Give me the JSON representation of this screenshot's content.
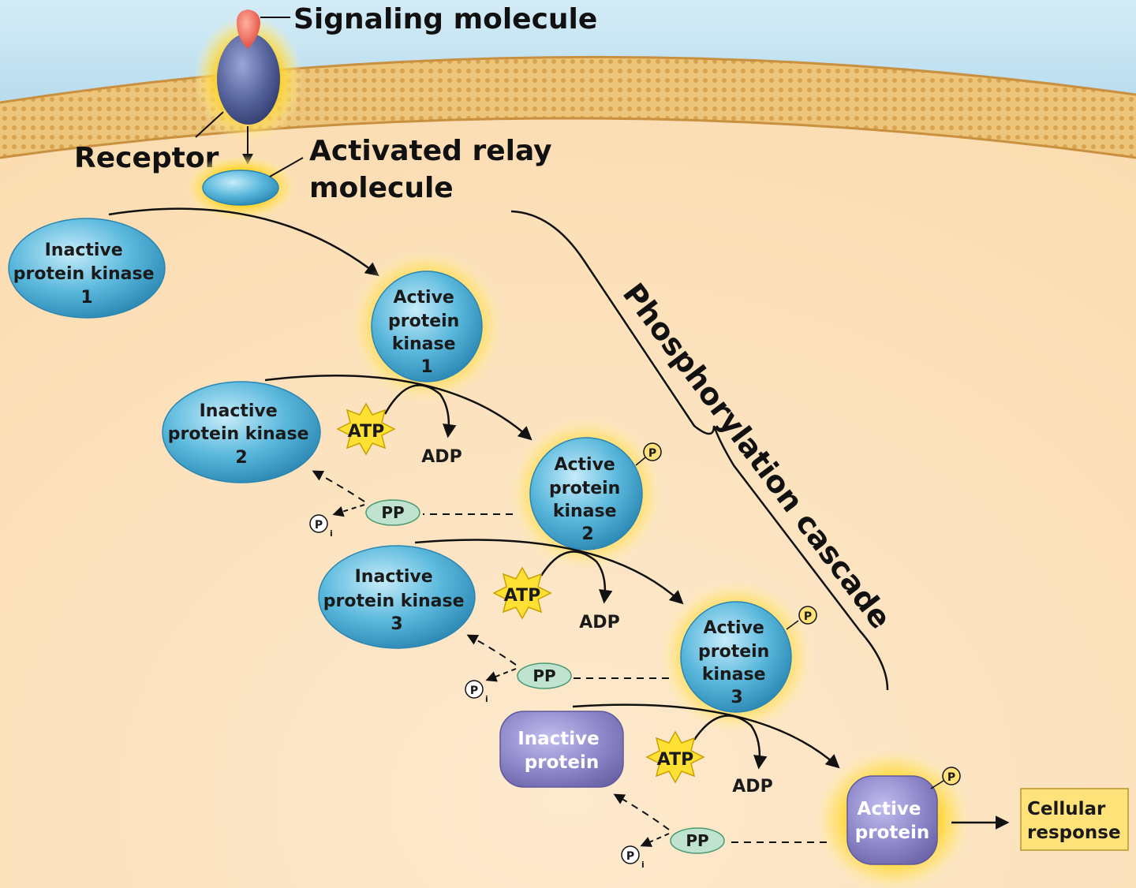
{
  "labels": {
    "signaling_molecule": "Signaling molecule",
    "receptor": "Receptor",
    "relay_line1": "Activated relay",
    "relay_line2": "molecule",
    "cascade": "Phosphorylation cascade",
    "cellular_response_line1": "Cellular",
    "cellular_response_line2": "response"
  },
  "kinases": {
    "inactive1": [
      "Inactive",
      "protein kinase",
      "1"
    ],
    "active1": [
      "Active",
      "protein",
      "kinase",
      "1"
    ],
    "inactive2": [
      "Inactive",
      "protein kinase",
      "2"
    ],
    "active2": [
      "Active",
      "protein",
      "kinase",
      "2"
    ],
    "inactive3": [
      "Inactive",
      "protein kinase",
      "3"
    ],
    "active3": [
      "Active",
      "protein",
      "kinase",
      "3"
    ]
  },
  "proteins": {
    "inactive": [
      "Inactive",
      "protein"
    ],
    "active": [
      "Active",
      "protein"
    ]
  },
  "molecules": {
    "atp": "ATP",
    "adp": "ADP",
    "pp": "PP",
    "phosphate": "P",
    "pi_main": "P",
    "pi_sub": "i"
  },
  "colors": {
    "cytoplasm": "#fce3bf",
    "membrane": "#e8b866",
    "kinase_blue": "#3fa7cf",
    "protein_purple": "#8d86c9",
    "receptor_purple": "#4c5a94",
    "glow": "#ffd21f",
    "pp_green": "#bfe3cf",
    "atp_yellow": "#ffe033",
    "response_box": "#ffe27a"
  }
}
